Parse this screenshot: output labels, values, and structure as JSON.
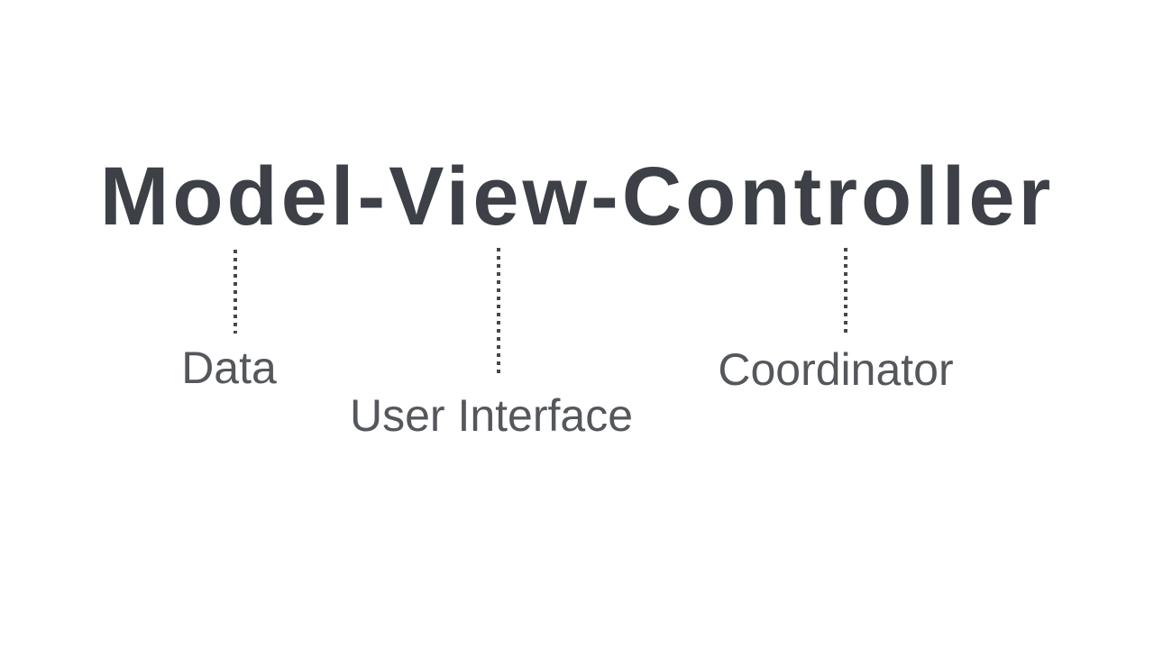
{
  "title": "Model-View-Controller",
  "connectors": [
    {
      "term": "Model",
      "meaning": "Data"
    },
    {
      "term": "View",
      "meaning": "User Interface"
    },
    {
      "term": "Controller",
      "meaning": "Coordinator"
    }
  ],
  "colors": {
    "background": "#ffffff",
    "title": "#3d4147",
    "line": "#45484c",
    "label": "#54575b"
  }
}
